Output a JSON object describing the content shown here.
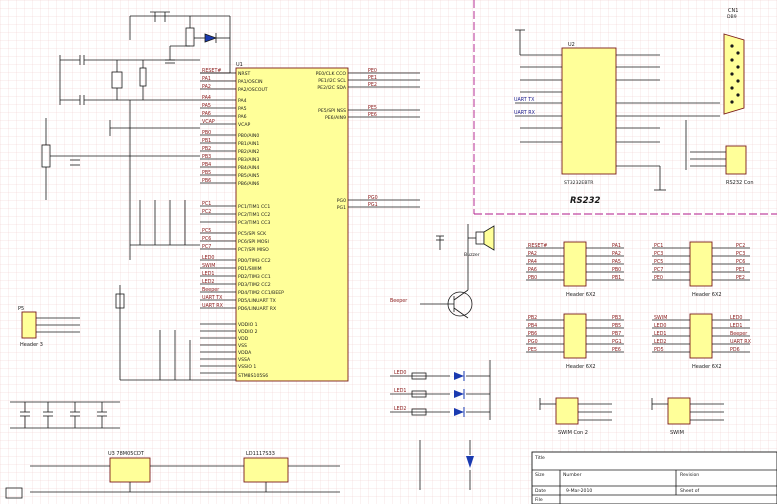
{
  "mcu": {
    "designator": "U1",
    "part": "STM8S105S6",
    "left_pins": [
      "NRST",
      "PA1/OSCIN",
      "PA2/OSCOUT",
      "PA4",
      "PA5",
      "PA6",
      "VCAP",
      "PB0/AIN0",
      "PB1/AIN1",
      "PB2/AIN2",
      "PB3/AIN3",
      "PB4/AIN4",
      "PB5/AIN5",
      "PB6/AIN6",
      "PC1/TIM1 CC1",
      "PC2/TIM1 CC2",
      "PC3/TIM1 CC3",
      "PC5/SPI SCK",
      "PC6/SPI MOSI",
      "PC7/SPI MISO",
      "PD0/TIM3 CC2",
      "PD1/SWIM",
      "PD2/TIM3 CC1",
      "PD3/TIM2 CC2",
      "PD4/TIM2 CC1/BEEP",
      "PD5/LINUART TX",
      "PD6/LINUART RX",
      "VDDIO 1",
      "VDDIO 2",
      "VDD",
      "VSS",
      "VDDA",
      "VSSA",
      "VSSIO 1"
    ],
    "left_nets": [
      "RESET#",
      "PA1",
      "PA2",
      "PA4",
      "PA5",
      "PA6",
      "VCAP",
      "PB0",
      "PB1",
      "PB2",
      "PB3",
      "PB4",
      "PB5",
      "PB6",
      "PC1",
      "PC2",
      "PC5",
      "PC6",
      "PC7",
      "LED0",
      "SWIM",
      "LED1",
      "LED2",
      "Beeper",
      "UART TX",
      "UART RX"
    ],
    "right_pins": [
      "PE0/CLK CCO",
      "PE1/I2C SCL",
      "PE2/I2C SDA",
      "PE5/SPI NSS",
      "PE6/AIN9",
      "PG0",
      "PG1"
    ],
    "right_nets": [
      "PE0",
      "PE1",
      "PE2",
      "PE5",
      "PE6",
      "PG0",
      "PG1"
    ]
  },
  "header1": {
    "designator": "P5",
    "name": "Header 3"
  },
  "regulators": {
    "u3": "U3 78M05CDT",
    "u4": "LD1117S33"
  },
  "rs232": {
    "designator": "U2",
    "part": "ST3232EBTR",
    "title": "RS232",
    "uart_tx": "UART TX",
    "uart_rx": "UART RX",
    "conn_name": "RS232 Con"
  },
  "db9": {
    "designator": "CN1",
    "part": "DB9"
  },
  "headers": {
    "p1_name": "Header 6X2",
    "p2_name": "Header 6X2",
    "p3_name": "Header 6X2",
    "p4_name": "Header 6X2",
    "p1_nets": [
      "RESET#",
      "PA2",
      "PA4",
      "PA6",
      "PB0"
    ],
    "p1r_nets": [
      "PA1",
      "PA2",
      "PA5",
      "PB0",
      "PB1"
    ],
    "p2_nets": [
      "PC1",
      "PC3",
      "PC5",
      "PC7",
      "PE0"
    ],
    "p2r_nets": [
      "PC2",
      "PC3",
      "PC6",
      "PE1",
      "PE2"
    ],
    "p3_nets": [
      "PB2",
      "PB4",
      "PB6",
      "PG0",
      "PE5"
    ],
    "p3r_nets": [
      "PB3",
      "PB5",
      "PB7",
      "PG1",
      "PE6"
    ],
    "p4_nets": [
      "SWIM",
      "LED0",
      "LED1",
      "LED2",
      "PD5"
    ],
    "p4r_nets": [
      "LED0",
      "LED1",
      "Beeper",
      "UART RX",
      "PD6"
    ]
  },
  "buzzer": {
    "label": "Buzzer",
    "net": "Beeper"
  },
  "leds": [
    "LED0",
    "LED1",
    "LED2"
  ],
  "switches": {
    "left": "SWIM Con 2",
    "right": "SWIM"
  },
  "title_block": {
    "title_label": "Title",
    "size_label": "Size",
    "number_label": "Number",
    "revision_label": "Revision",
    "date_label": "Date",
    "date_value": "9-Mar-2010",
    "sheet_label": "Sheet of",
    "file_label": "File"
  }
}
